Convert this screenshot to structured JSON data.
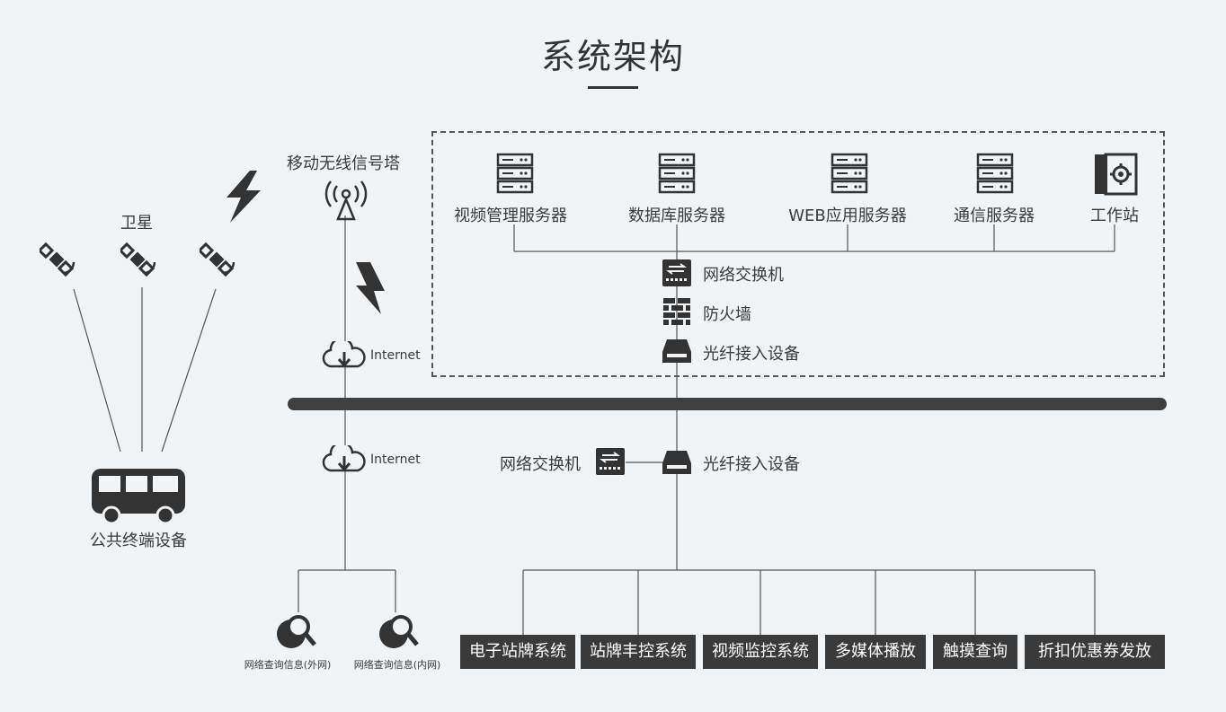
{
  "title": "系统架构",
  "left": {
    "satellite_label": "卫星",
    "terminal_label": "公共终端设备"
  },
  "tower": {
    "label": "移动无线信号塔",
    "internet_top": "Internet",
    "internet_bottom": "Internet",
    "query_external": "网络查询信息(外网)",
    "query_internal": "网络查询信息(内网)"
  },
  "servers": [
    {
      "label": "视频管理服务器",
      "icon": "server-icon"
    },
    {
      "label": "数据库服务器",
      "icon": "server-icon"
    },
    {
      "label": "WEB应用服务器",
      "icon": "server-icon"
    },
    {
      "label": "通信服务器",
      "icon": "server-icon"
    },
    {
      "label": "工作站",
      "icon": "workstation-icon"
    }
  ],
  "center_stack": {
    "switch": "网络交换机",
    "firewall": "防火墙",
    "fiber_top": "光纤接入设备"
  },
  "lower": {
    "switch": "网络交换机",
    "fiber": "光纤接入设备"
  },
  "systems": [
    "电子站牌系统",
    "站牌丰控系统",
    "视频监控系统",
    "多媒体播放",
    "触摸查询",
    "折扣优惠券发放"
  ],
  "colors": {
    "background": "#f1f4f7",
    "dark": "#3a3a3a",
    "line": "#555555"
  }
}
